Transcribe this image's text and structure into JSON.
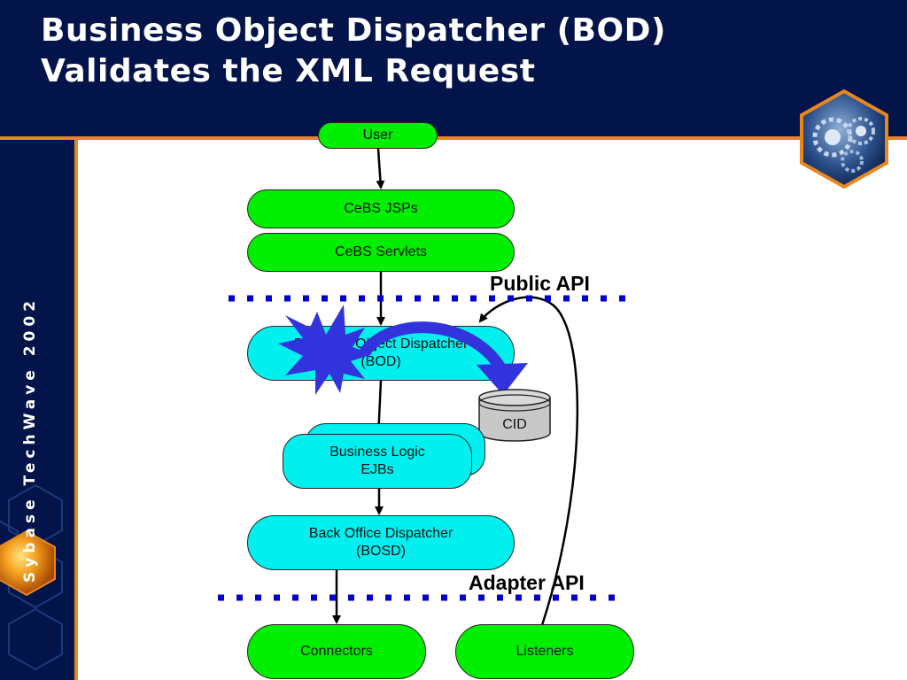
{
  "slide": {
    "title_line1": "Business Object Dispatcher (BOD)",
    "title_line2": "Validates the XML Request",
    "sidebar_text": "Sybase TechWave 2002"
  },
  "diagram": {
    "user": "User",
    "jsps": "CeBS JSPs",
    "servlets": "CeBS Servlets",
    "public_api": "Public API",
    "bod_line1": "Business Object Dispatcher",
    "bod_line2": "(BOD)",
    "cid": "CID",
    "ejb_line1": "Business Logic",
    "ejb_line2": "EJBs",
    "bosd_line1": "Back Office Dispatcher",
    "bosd_line2": "(BOSD)",
    "adapter_api": "Adapter API",
    "connectors": "Connectors",
    "listeners": "Listeners"
  },
  "colors": {
    "background": "#02144a",
    "accent": "#e8871e",
    "green_box": "#00ee00",
    "cyan_box": "#00f0f0",
    "burst": "#3333dd",
    "dotted_line": "#0000cc"
  }
}
